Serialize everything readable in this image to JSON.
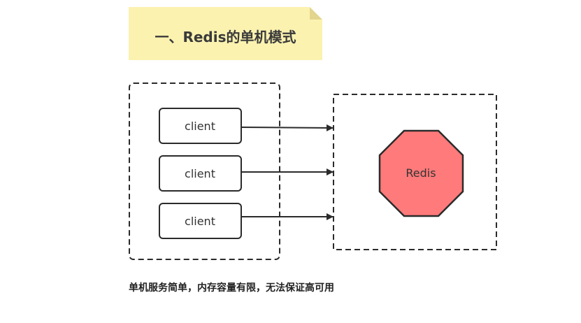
{
  "title": "一、Redis的单机模式",
  "clients": [
    {
      "label": "client"
    },
    {
      "label": "client"
    },
    {
      "label": "client"
    }
  ],
  "server": {
    "label": "Redis",
    "fill": "#ff7a7a"
  },
  "note_color": "#fbf2b0",
  "caption": "单机服务简单，内存容量有限，无法保证高可用"
}
